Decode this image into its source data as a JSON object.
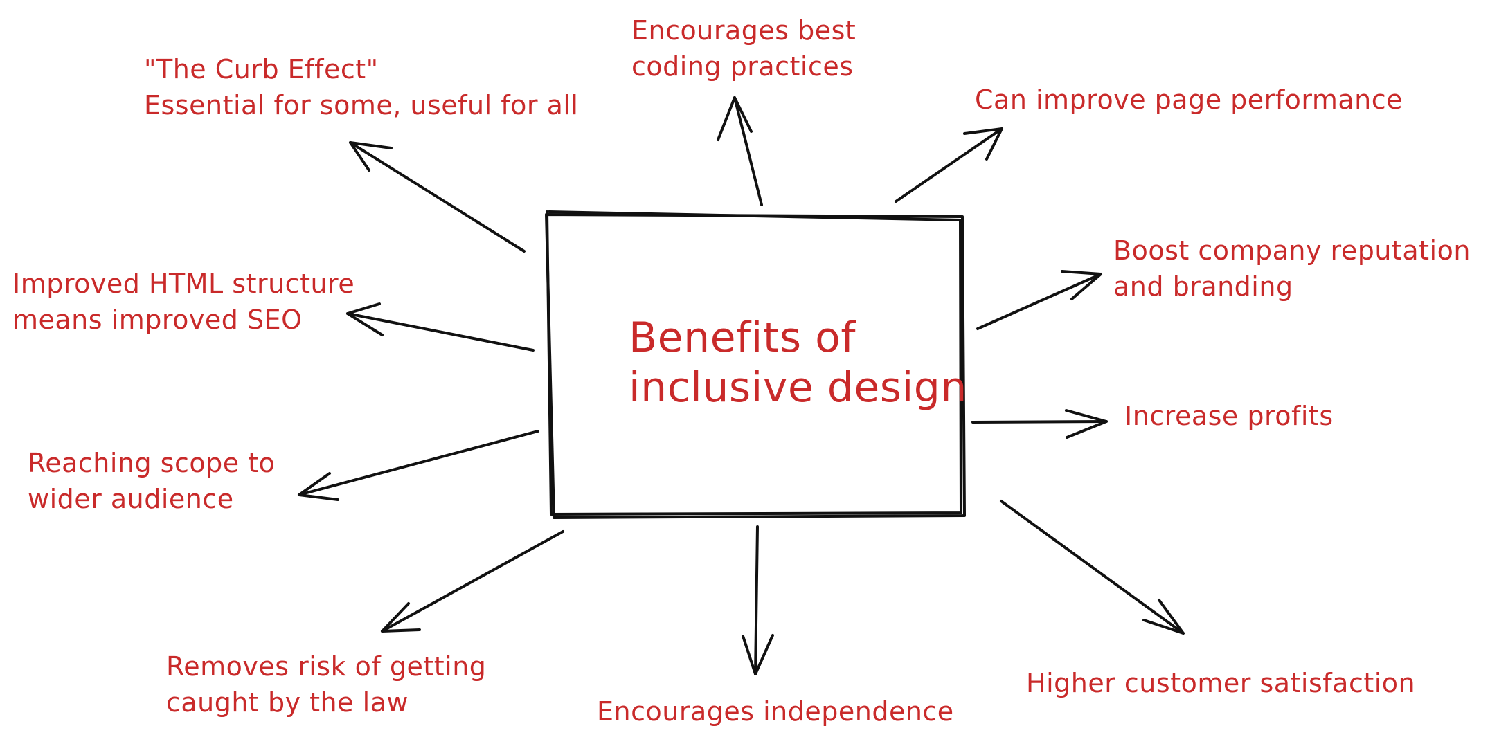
{
  "center": {
    "title": "Benefits of\ninclusive design"
  },
  "benefits": {
    "curb_effect": "\"The Curb Effect\"\nEssential for some, useful for all",
    "coding_practices": "Encourages best\ncoding practices",
    "page_performance": "Can improve page performance",
    "reputation": "Boost company reputation\nand branding",
    "profits": "Increase profits",
    "satisfaction": "Higher customer satisfaction",
    "independence": "Encourages independence",
    "law": "Removes risk of getting\ncaught by the law",
    "audience": "Reaching scope to\nwider audience",
    "seo": "Improved HTML structure\nmeans improved SEO"
  },
  "colors": {
    "label": "#c92a2a",
    "stroke": "#111111",
    "background": "#ffffff"
  }
}
